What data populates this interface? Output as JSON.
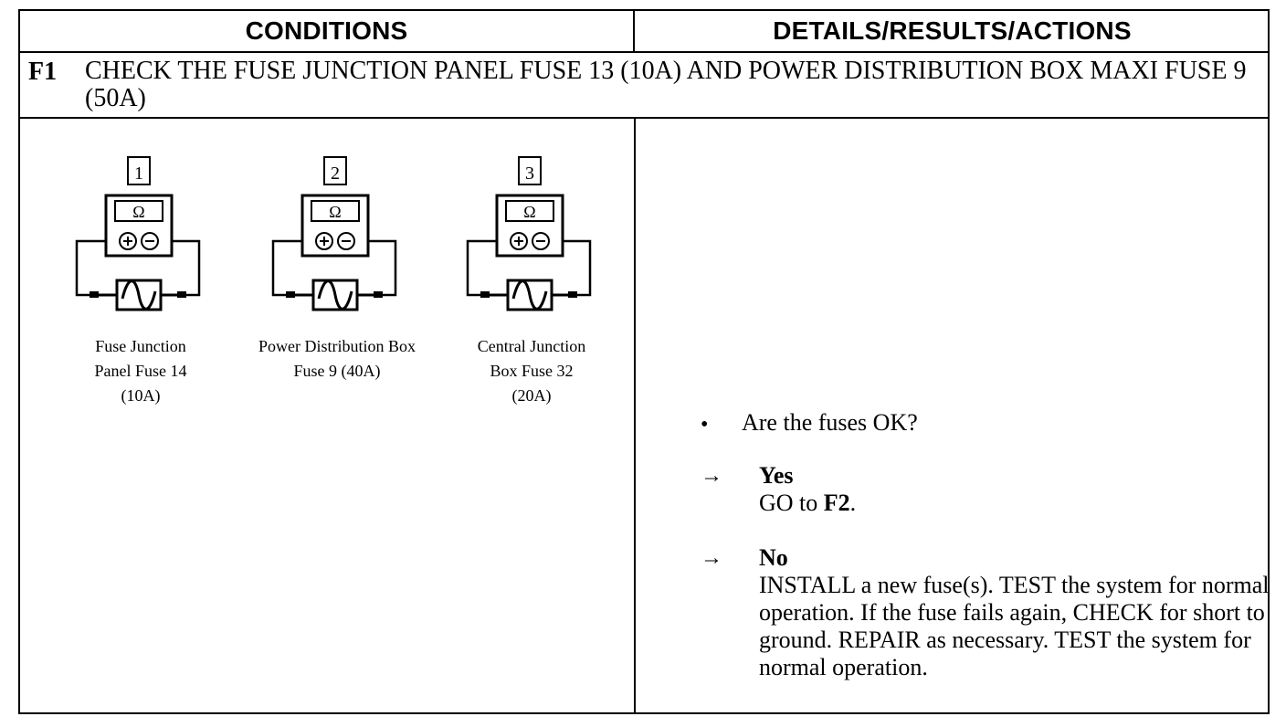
{
  "header": {
    "conditions": "CONDITIONS",
    "details": "DETAILS/RESULTS/ACTIONS"
  },
  "step": {
    "id": "F1",
    "title": "CHECK THE FUSE JUNCTION PANEL FUSE 13 (10A) AND POWER DISTRIBUTION BOX MAXI FUSE 9 (50A)"
  },
  "diagrams": [
    {
      "number": "1",
      "meter_symbol": "Ω",
      "label": [
        "Fuse Junction",
        "Panel Fuse 14",
        "(10A)"
      ]
    },
    {
      "number": "2",
      "meter_symbol": "Ω",
      "label": [
        "Power Distribution Box",
        "Fuse 9 (40A)"
      ]
    },
    {
      "number": "3",
      "meter_symbol": "Ω",
      "label": [
        "Central Junction",
        "Box Fuse 32",
        "(20A)"
      ]
    }
  ],
  "details": {
    "bullet": "•",
    "question": "Are the fuses OK?",
    "arrow": "→",
    "yes_label": "Yes",
    "yes_action_prefix": "GO to ",
    "yes_action_target": "F2",
    "yes_action_suffix": ".",
    "no_label": "No",
    "no_action": "INSTALL a new fuse(s). TEST the system for normal operation. If the fuse fails again, CHECK for short to ground. REPAIR as necessary. TEST the system for normal operation."
  }
}
